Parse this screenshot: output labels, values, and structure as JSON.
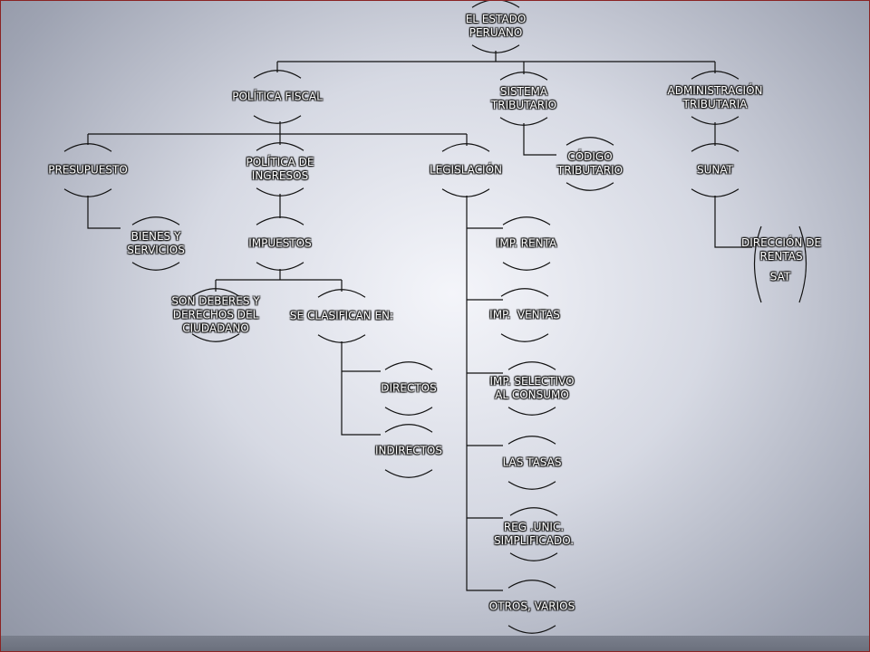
{
  "colors": {
    "line": "#111111",
    "text": "#ffffff",
    "frame": "#8a2323"
  },
  "nodes": {
    "estado": "EL ESTADO\nPERUANO",
    "politica_fiscal": "POLÍTICA FISCAL",
    "sistema_tributario": "SISTEMA\nTRIBUTARIO",
    "administracion_tributaria": "ADMINISTRACIÓN\nTRIBUTARIA",
    "presupuesto": "PRESUPUESTO",
    "politica_ingresos": "POLÍTICA DE\nINGRESOS",
    "legislacion": "LEGISLACIÓN",
    "codigo_tributario": "CÓDIGO\nTRIBUTARIO",
    "sunat": "SUNAT",
    "bienes_servicios": "BIENES Y\nSERVICIOS",
    "impuestos": "IMPUESTOS",
    "direccion_rentas": "DIRECCIÓN DE\nRENTAS",
    "sat": "SAT",
    "deberes": "SON DEBERES Y\nDERECHOS DEL\nCIUDADANO",
    "clasifican": "SE CLASIFICAN EN:",
    "directos": "DIRECTOS",
    "indirectos": "INDIRECTOS",
    "imp_renta": "IMP. RENTA",
    "imp_ventas": "IMP.  VENTAS",
    "imp_selectivo": "IMP. SELECTIVO\nAL CONSUMO",
    "tasas": "LAS TASAS",
    "reg_unic": "REG .UNIC.\nSIMPLIFICADO.",
    "otros": "OTROS, VARIOS"
  }
}
